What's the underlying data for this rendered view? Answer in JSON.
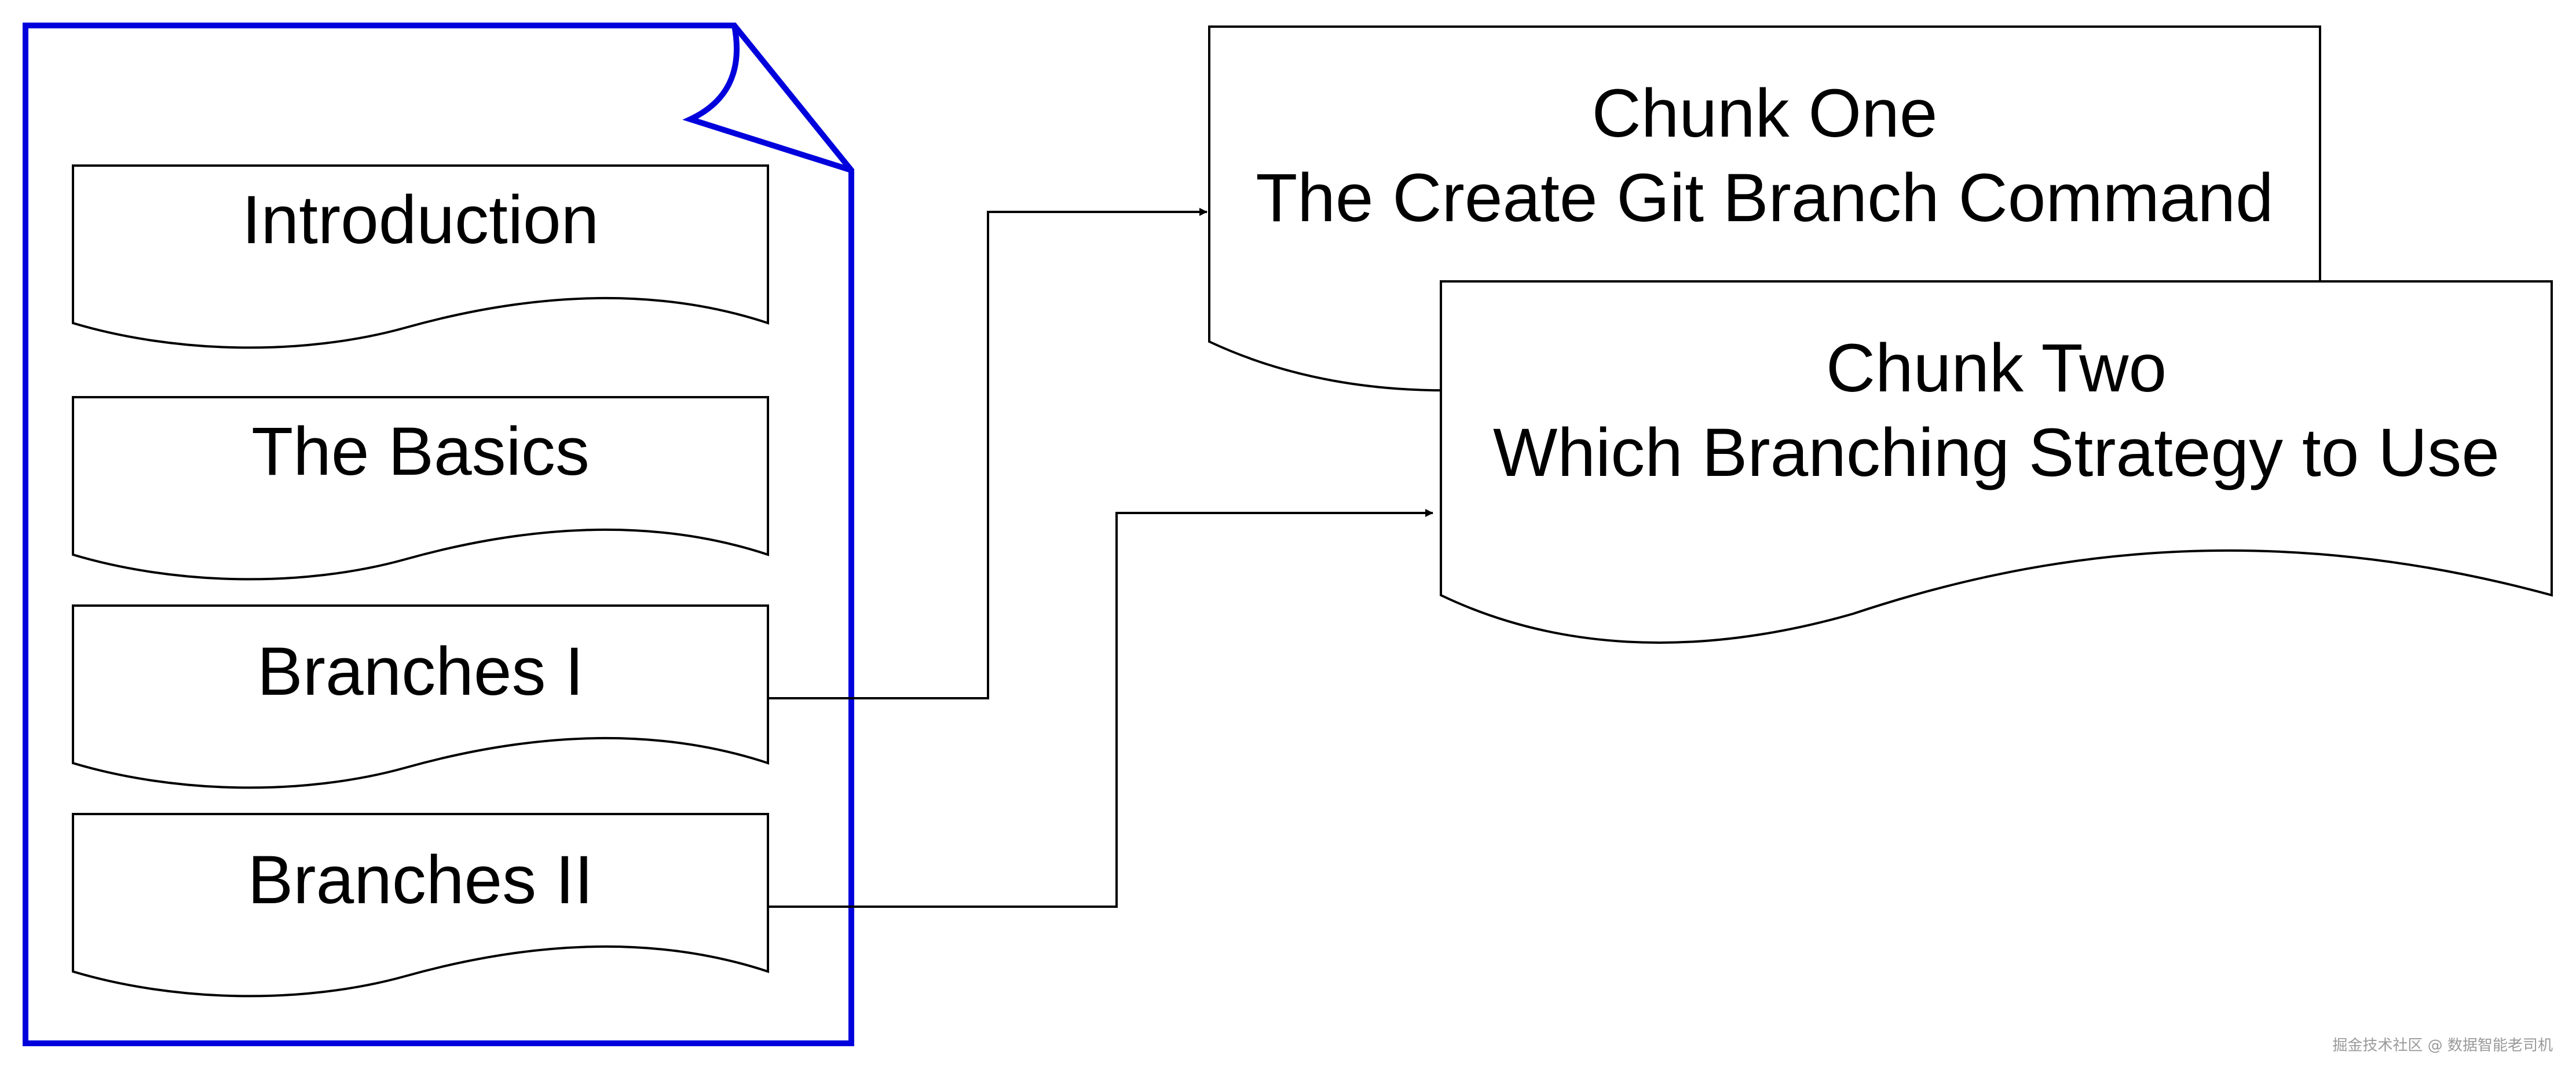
{
  "colors": {
    "document_outline": "#0000dd",
    "stroke": "#000000",
    "fill": "#ffffff",
    "watermark": "#9a9a9a"
  },
  "document": {
    "sections": [
      {
        "label": "Introduction"
      },
      {
        "label": "The Basics"
      },
      {
        "label": "Branches I"
      },
      {
        "label": "Branches II"
      }
    ]
  },
  "chunks": [
    {
      "title": "Chunk One",
      "subtitle": "The Create Git Branch Command"
    },
    {
      "title": "Chunk Two",
      "subtitle": "Which Branching Strategy to Use"
    }
  ],
  "connections": [
    {
      "from": "Branches I",
      "to": "Chunk One"
    },
    {
      "from": "Branches II",
      "to": "Chunk Two"
    }
  ],
  "watermark": "掘金技术社区 @ 数据智能老司机"
}
